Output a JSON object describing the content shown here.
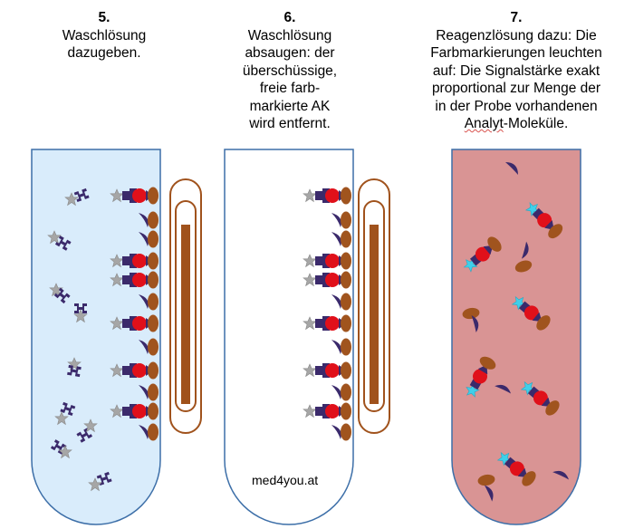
{
  "steps": [
    {
      "number": "5.",
      "lines": [
        "Waschlösung",
        "dazugeben."
      ]
    },
    {
      "number": "6.",
      "lines": [
        "Waschlösung",
        "absaugen: der",
        "überschüssige,",
        "freie farb-",
        "markierte AK",
        "wird entfernt."
      ]
    },
    {
      "number": "7.",
      "lines": [
        "Reagenzlösung dazu: Die",
        "Farbmarkierungen leuchten",
        "auf: Die Signalstärke exakt",
        "proportional zur Menge der",
        "in der Probe vorhandenen"
      ],
      "last_line_prefix": "",
      "last_line_underlined": "Analyt",
      "last_line_suffix": "-Moleküle."
    }
  ],
  "watermark": "med4you.at",
  "colors": {
    "tube1_fill": "#d9ecfb",
    "tube3_fill": "#d99494",
    "tube_stroke": "#3d6fa8",
    "magnet": "#a0521c",
    "antibody_red": "#e0101a",
    "antibody_navy": "#3b2a6b",
    "star_gray": "#a6a6a6",
    "star_cyan": "#3fd0ea",
    "bead_brown": "#a0541e"
  }
}
